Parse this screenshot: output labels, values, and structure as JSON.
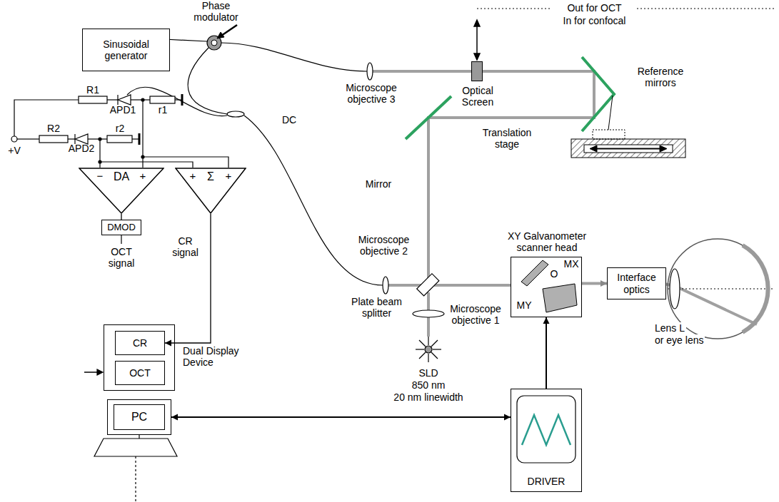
{
  "diagram": {
    "nodes": [
      {
        "text": [
          "Sinusoidal generator"
        ]
      },
      {
        "text": [
          "DA"
        ]
      },
      {
        "text": [
          "Σ"
        ]
      },
      {
        "text": [
          "DMOD"
        ]
      },
      {
        "text": [
          "Dual Display Device"
        ]
      },
      {
        "text": [
          "CR"
        ],
        "in": 4
      },
      {
        "text": [
          "OCT"
        ],
        "in": 4
      },
      {
        "text": [
          "PC"
        ]
      },
      {
        "text": [
          "DRIVER"
        ]
      },
      {
        "text": [
          "XY Galvanometer scanner head"
        ]
      },
      {
        "text": [
          "Interface optics"
        ]
      },
      {
        "text": [
          "Optical Screen"
        ]
      }
    ],
    "edges": [
      {
        "from": 1,
        "to": 3,
        "arrow": "none"
      },
      {
        "from": 2,
        "to": 5,
        "label": "CR signal",
        "arrow": "to"
      },
      {
        "from": 7,
        "to": 8,
        "arrow": "both"
      },
      {
        "from": 8,
        "to": 9,
        "arrow": "to"
      },
      {
        "from": 9,
        "to": 10,
        "arrow": "to"
      }
    ],
    "labels": [
      "Phase modulator",
      "Out for OCT",
      "In for confocal",
      "Reference mirrors",
      "Microscope objective 3",
      "Translation stage",
      "R1",
      "APD1",
      "r1",
      "R2",
      "APD2",
      "r2",
      "+V",
      "DC",
      "Mirror",
      "Microscope objective 2",
      "Plate beam splitter",
      "Microscope objective 1",
      "SLD",
      "850 nm",
      "20 nm linewidth",
      "MX",
      "O",
      "MY",
      "Lens L",
      "or eye lens",
      "OCT signal",
      "−",
      "+",
      "+",
      "+"
    ]
  }
}
